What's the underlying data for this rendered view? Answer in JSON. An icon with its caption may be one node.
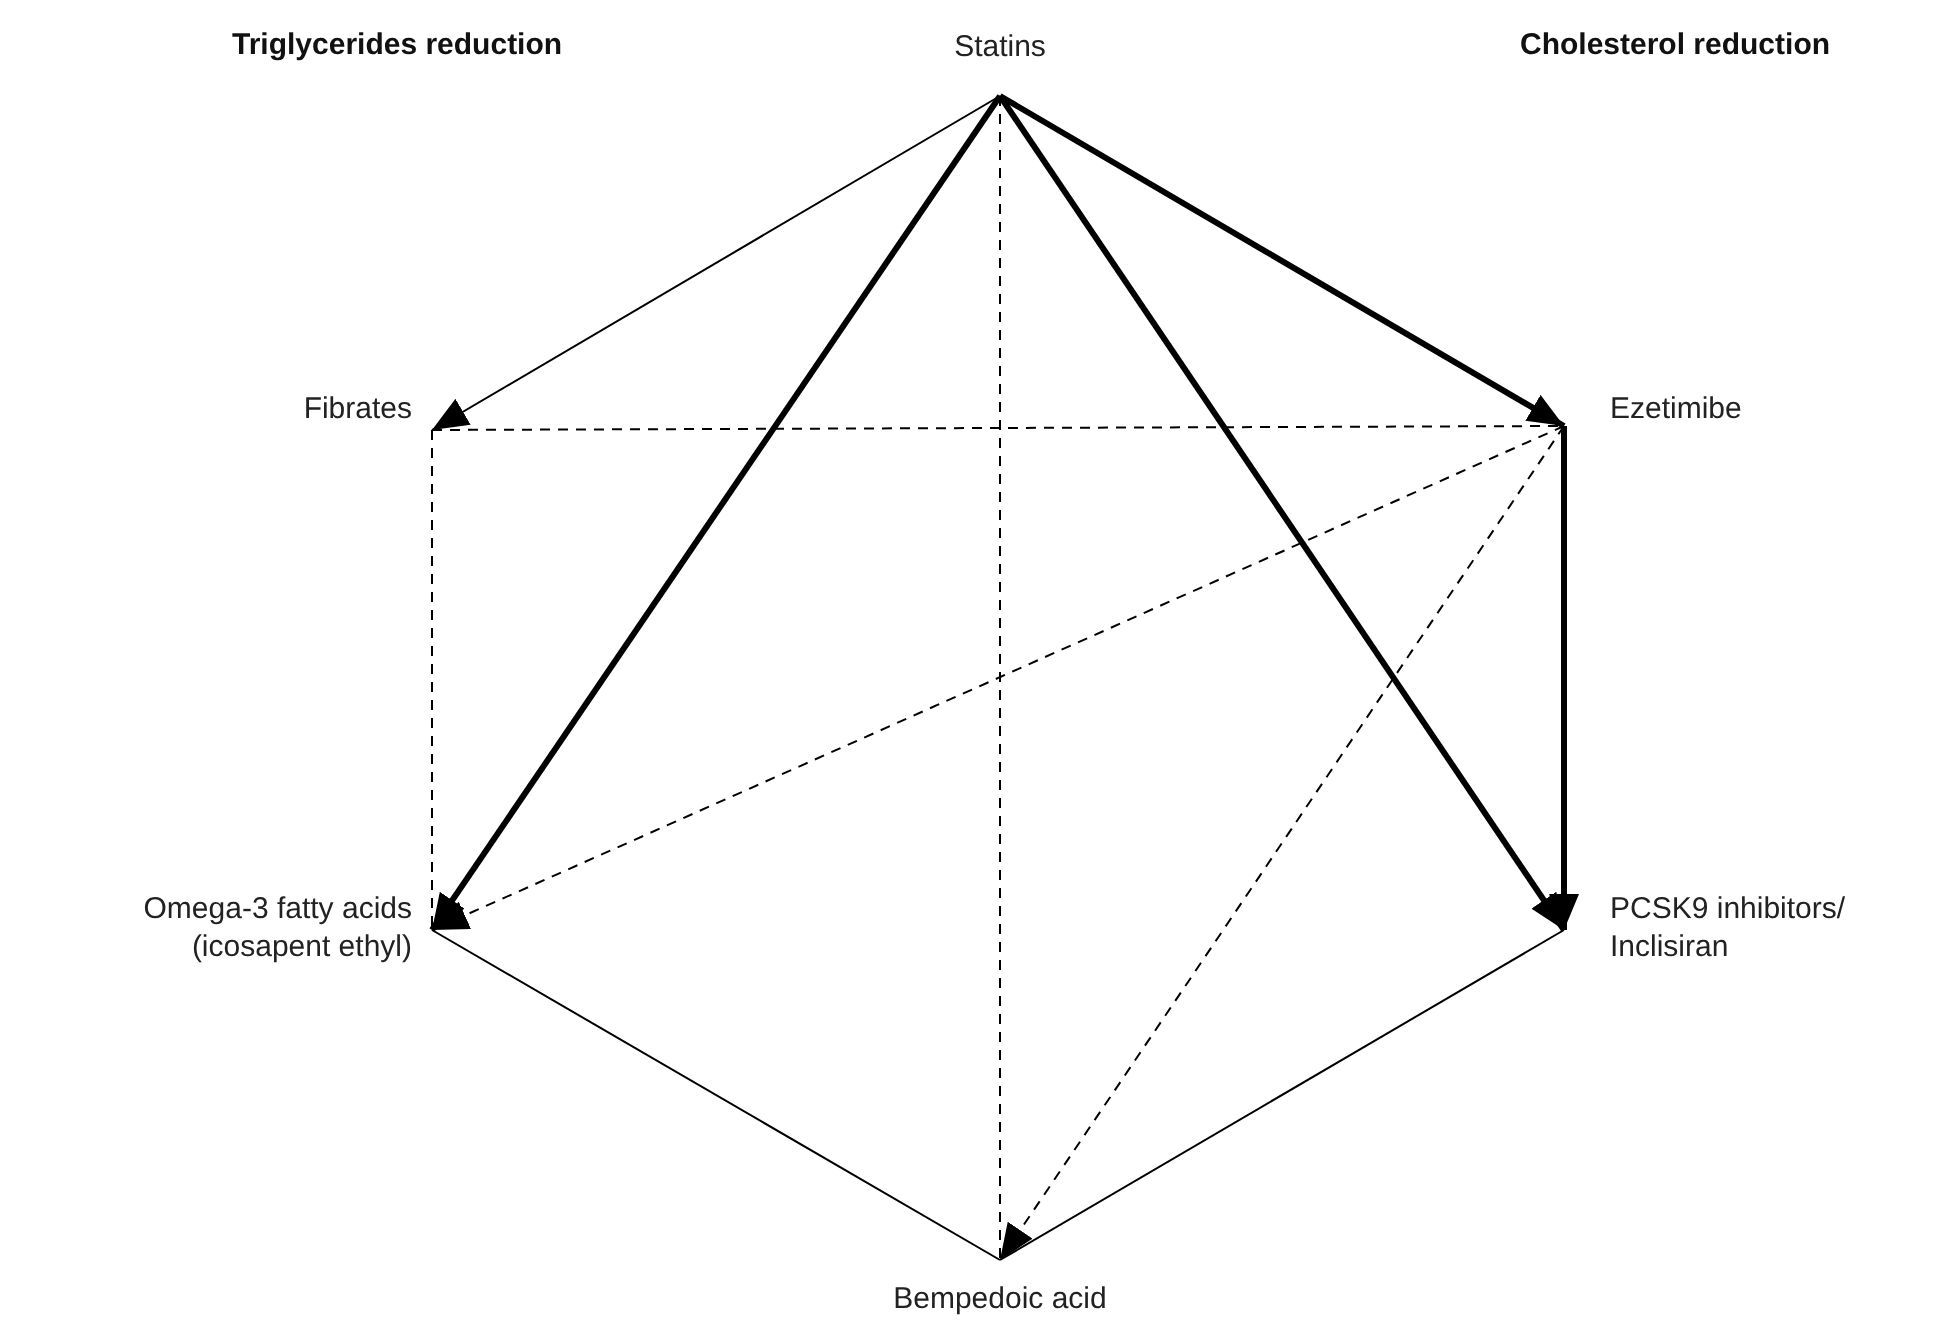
{
  "diagram": {
    "nodes": [
      {
        "text": [
          "Statins"
        ]
      },
      {
        "text": [
          "Fibrates"
        ]
      },
      {
        "text": [
          "Ezetimibe"
        ]
      },
      {
        "text": [
          "Omega-3 fatty acids (icosapent ethyl)"
        ]
      },
      {
        "text": [
          "PCSK9 inhibitors/ Inclisiran"
        ]
      },
      {
        "text": [
          "Bempedoic acid"
        ]
      }
    ],
    "edges": [
      {
        "from": 0,
        "to": 1,
        "arrow": "to"
      },
      {
        "from": 0,
        "to": 2,
        "arrow": "to",
        "style": "thick"
      },
      {
        "from": 0,
        "to": 3,
        "arrow": "to",
        "style": "thick"
      },
      {
        "from": 0,
        "to": 4,
        "arrow": "to",
        "style": "thick"
      },
      {
        "from": 0,
        "to": 5,
        "arrow": "none",
        "style": "dashed"
      },
      {
        "from": 1,
        "to": 2,
        "arrow": "none",
        "style": "dashed"
      },
      {
        "from": 2,
        "to": 4,
        "arrow": "to",
        "style": "thick"
      },
      {
        "from": 2,
        "to": 3,
        "arrow": "to",
        "style": "dashed"
      },
      {
        "from": 2,
        "to": 5,
        "arrow": "to",
        "style": "dashed"
      },
      {
        "from": 1,
        "to": 3,
        "arrow": "none",
        "style": "dashed"
      },
      {
        "from": 3,
        "to": 5,
        "arrow": "none"
      },
      {
        "from": 4,
        "to": 5,
        "arrow": "none"
      }
    ],
    "labels": [
      "Triglycerides reduction",
      "Cholesterol reduction"
    ]
  }
}
